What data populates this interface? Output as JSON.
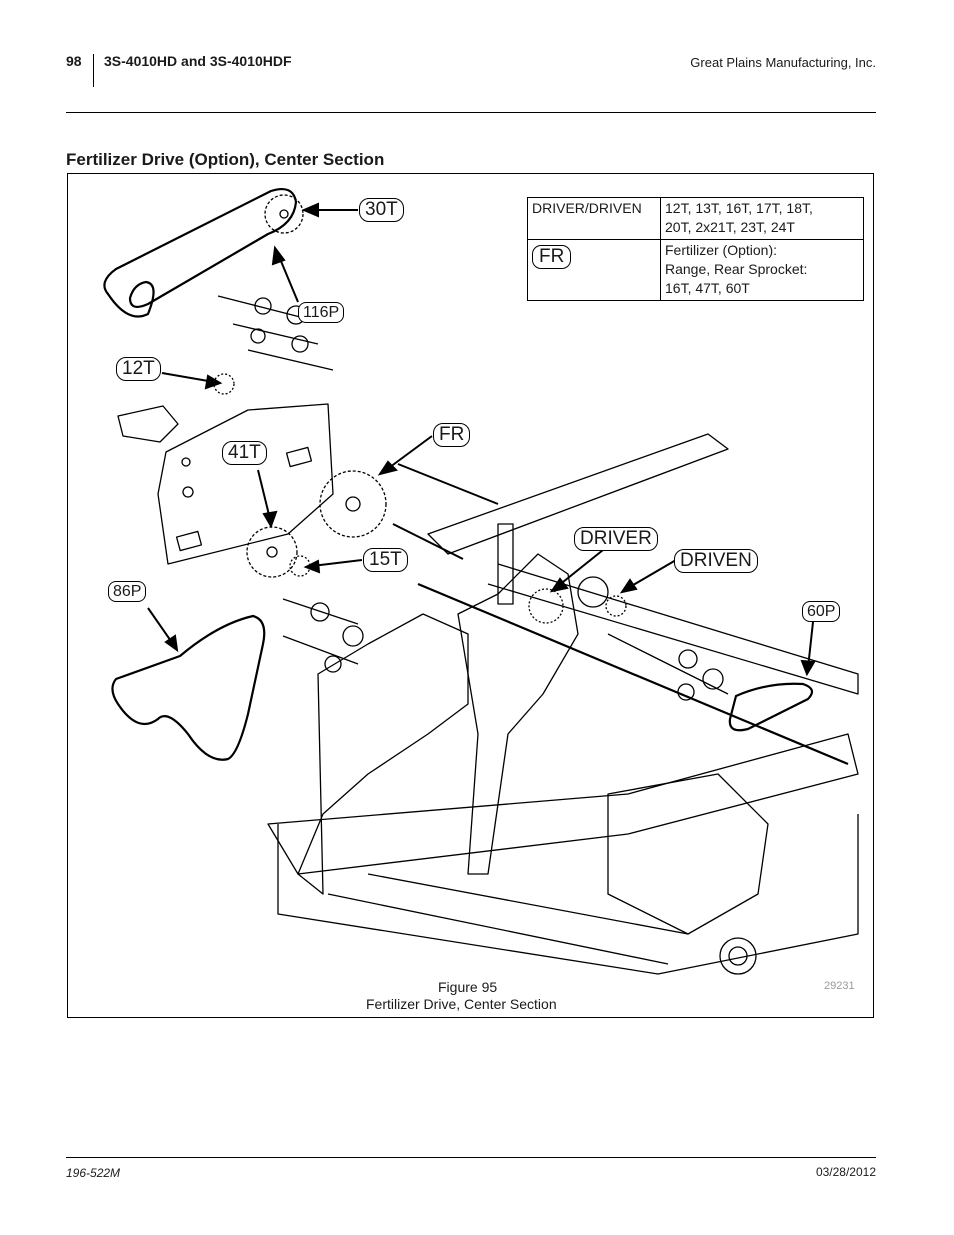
{
  "header": {
    "page_number": "98",
    "model": "3S-4010HD and 3S-4010HDF",
    "company": "Great Plains Manufacturing, Inc."
  },
  "section_title": "Fertilizer Drive (Option), Center Section",
  "spec_table": {
    "row1_left": "DRIVER/DRIVEN",
    "row1_right_line1": "12T, 13T, 16T, 17T, 18T,",
    "row1_right_line2": "20T, 2x21T, 23T, 24T",
    "row2_left_label": "FR",
    "row2_right_line1": "Fertilizer (Option):",
    "row2_right_line2": "Range, Rear Sprocket:",
    "row2_right_line3": "16T, 47T, 60T"
  },
  "callouts": {
    "c30t": "30T",
    "c116p": "116P",
    "c12t": "12T",
    "cfr": "FR",
    "c41t": "41T",
    "c15t": "15T",
    "cdriver": "DRIVER",
    "cdriven": "DRIVEN",
    "c86p": "86P",
    "c60p": "60P"
  },
  "caption": {
    "line1": "Figure 95",
    "line2": "Fertilizer Drive, Center Section",
    "figure_id": "29231"
  },
  "footer": {
    "doc_number": "196-522M",
    "date": "03/28/2012"
  }
}
